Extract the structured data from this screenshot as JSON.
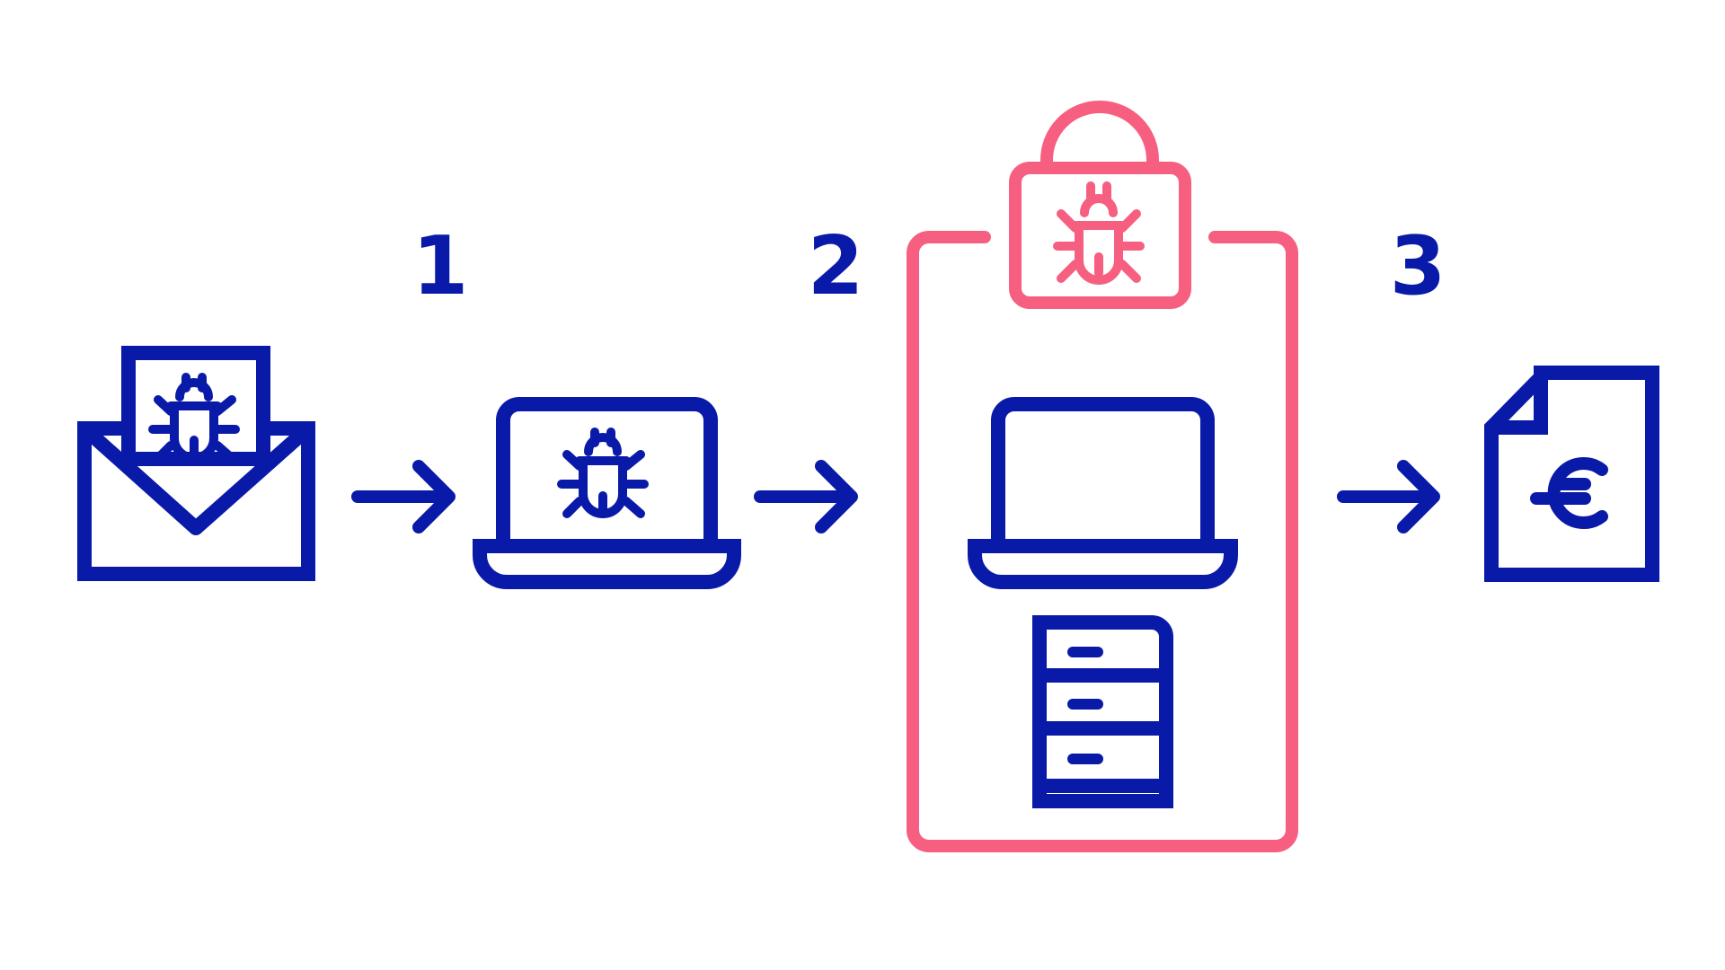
{
  "colors": {
    "primary": "#0A1AA8",
    "accent": "#F65F80",
    "background": "#FFFFFF"
  },
  "steps": [
    {
      "number": "1"
    },
    {
      "number": "2"
    },
    {
      "number": "3"
    }
  ],
  "icons": [
    "infected-email-icon",
    "infected-laptop-icon",
    "locked-bug-icon",
    "laptop-icon",
    "server-cabinet-icon",
    "euro-invoice-icon"
  ]
}
